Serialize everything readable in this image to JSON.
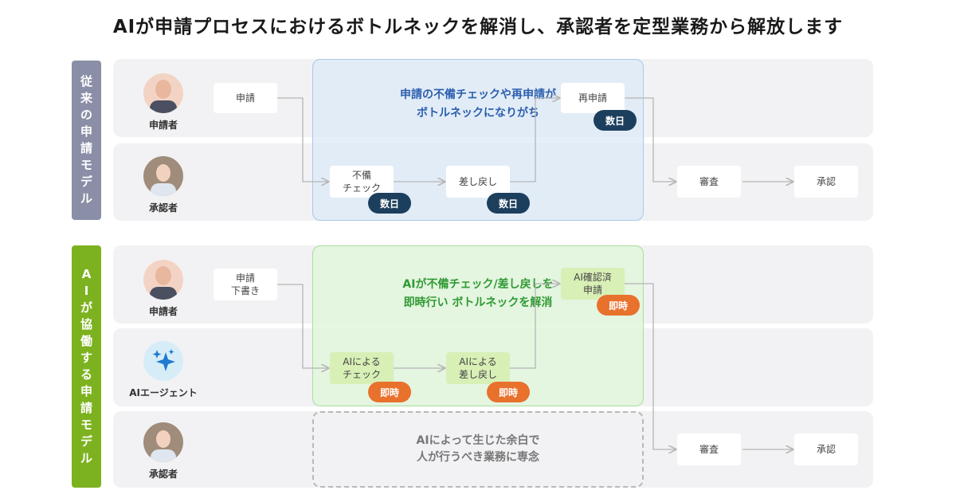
{
  "title": "AIが申請プロセスにおけるボトルネックを解消し、承認者を定型業務から解放します",
  "sections": {
    "old": {
      "label": "従来の申請モデル"
    },
    "new": {
      "label": "AIが協働する申請モデル"
    }
  },
  "actors": {
    "applicant": "申請者",
    "approver": "承認者",
    "ai_agent": "AIエージェント"
  },
  "highlights": {
    "old_line1": "申請の不備チェックや再申請が",
    "old_line2": "ボトルネックになりがち",
    "new_line1": "AIが不備チェック/差し戻しを",
    "new_line2": "即時行い ボトルネックを解消",
    "dashed_line1": "AIによって生じた余白で",
    "dashed_line2": "人が行うべき業務に専念"
  },
  "old_flow": {
    "apply": "申請",
    "check_line1": "不備",
    "check_line2": "チェック",
    "sendback": "差し戻し",
    "reapply": "再申請",
    "review": "審査",
    "approve": "承認",
    "badge": "数日"
  },
  "new_flow": {
    "apply_line1": "申請",
    "apply_line2": "下書き",
    "ai_check_line1": "AIによる",
    "ai_check_line2": "チェック",
    "ai_sendback_line1": "AIによる",
    "ai_sendback_line2": "差し戻し",
    "confirmed_line1": "AI確認済",
    "confirmed_line2": "申請",
    "review": "審査",
    "approve": "承認",
    "badge": "即時"
  },
  "colors": {
    "old_label": "#8a8ea6",
    "new_label": "#7cb21f",
    "badge_slow": "#1d3f5e",
    "badge_fast": "#e8712c",
    "highlight_blue_text": "#2b5fae",
    "highlight_green_text": "#2f9a33"
  },
  "icons": {
    "applicant": "man-avatar-icon",
    "approver": "woman-avatar-icon",
    "ai_agent": "sparkle-icon"
  }
}
